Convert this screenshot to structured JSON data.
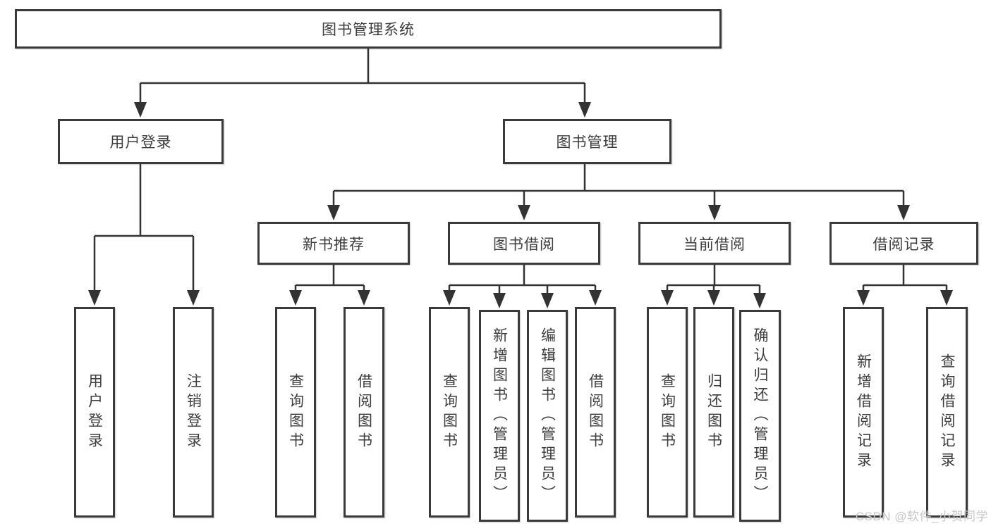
{
  "diagram": {
    "root": {
      "label": "图书管理系统"
    },
    "branches": [
      {
        "label": "用户登录",
        "children": [
          {
            "label": "用户登录"
          },
          {
            "label": "注销登录"
          }
        ]
      },
      {
        "label": "图书管理",
        "sections": [
          {
            "label": "新书推荐",
            "children": [
              {
                "label": "查询图书"
              },
              {
                "label": "借阅图书"
              }
            ]
          },
          {
            "label": "图书借阅",
            "children": [
              {
                "label": "查询图书"
              },
              {
                "label": "新增图书（管理员）"
              },
              {
                "label": "编辑图书（管理员）"
              },
              {
                "label": "借阅图书"
              }
            ]
          },
          {
            "label": "当前借阅",
            "children": [
              {
                "label": "查询图书"
              },
              {
                "label": "归还图书"
              },
              {
                "label": "确认归还（管理员）"
              }
            ]
          },
          {
            "label": "借阅记录",
            "children": [
              {
                "label": "新增借阅记录"
              },
              {
                "label": "查询借阅记录"
              }
            ]
          }
        ]
      }
    ],
    "colors": {
      "border": "#3a3a3a",
      "line": "#333333",
      "text": "#3d3d3d",
      "background": "#ffffff",
      "watermark": "#c7c7c7"
    }
  },
  "watermark": {
    "text": "CSDN @软件_小贺同学"
  }
}
